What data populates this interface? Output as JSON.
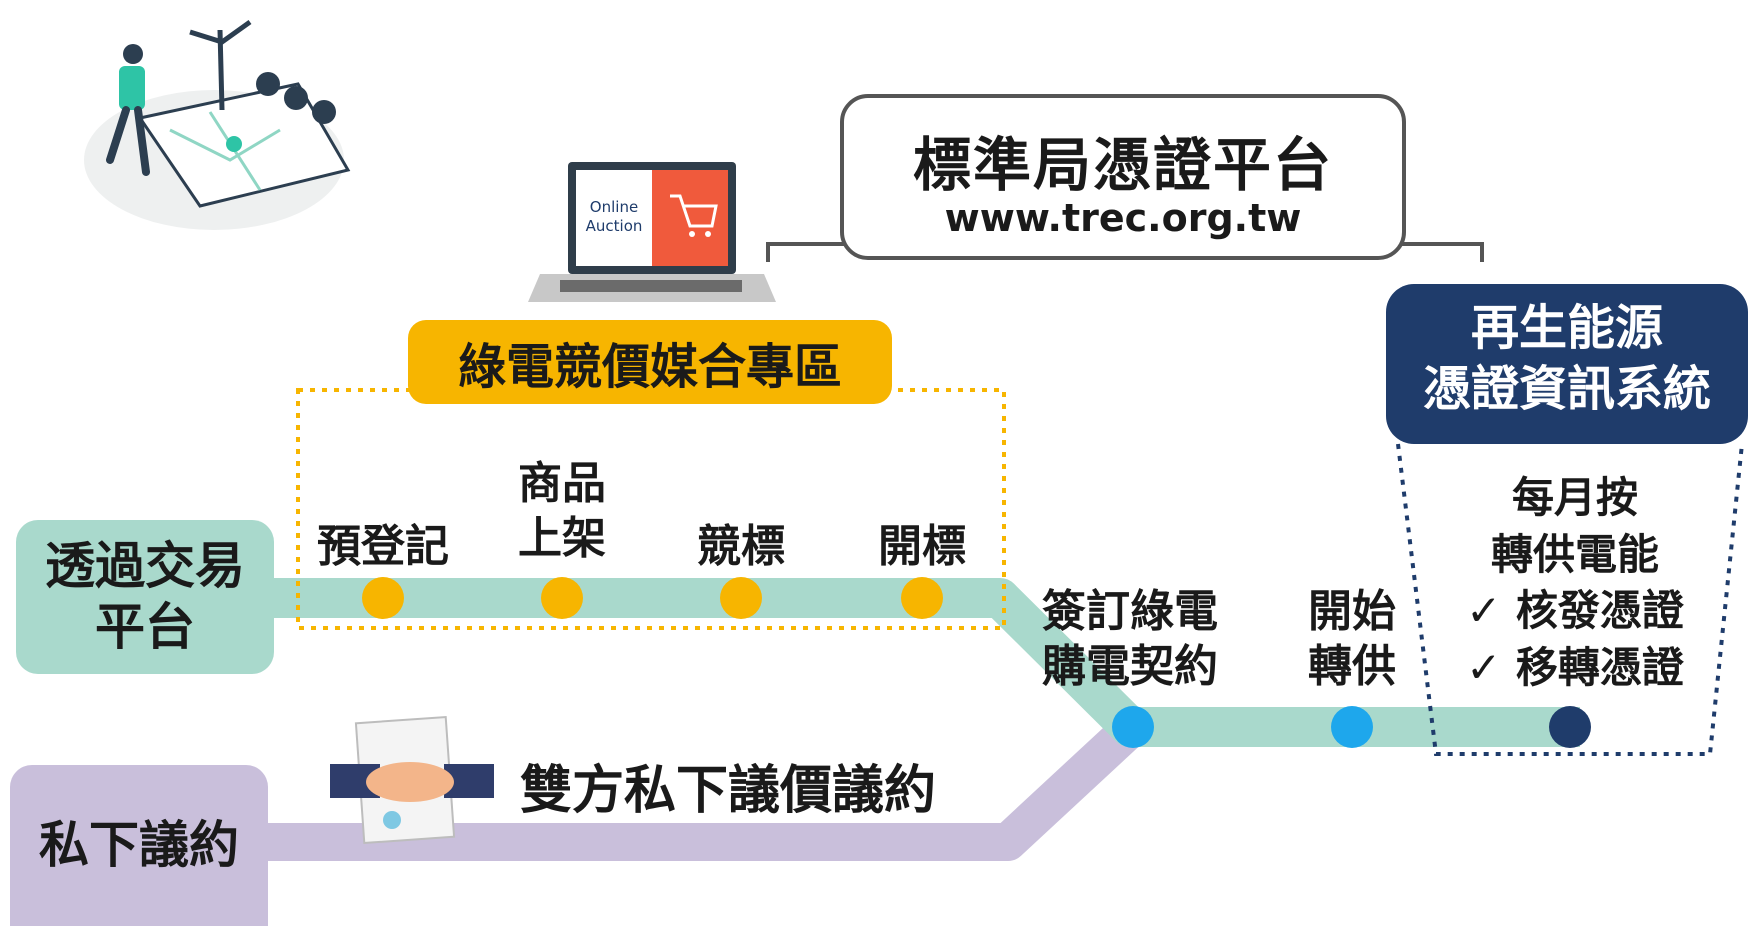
{
  "platform": {
    "title": "標準局憑證平台",
    "url": "www.trec.org.tw"
  },
  "system": {
    "line1": "再生能源",
    "line2": "憑證資訊系統"
  },
  "auction_zone": {
    "label": "綠電競價媒合專區"
  },
  "laptop": {
    "line1": "Online",
    "line2": "Auction"
  },
  "paths": {
    "trading_platform": {
      "line1": "透過交易",
      "line2": "平台"
    },
    "private": {
      "label": "私下議約"
    }
  },
  "steps": {
    "preregister": "預登記",
    "listing_line1": "商品",
    "listing_line2": "上架",
    "bidding": "競標",
    "opening": "開標",
    "contract_line1": "簽訂綠電",
    "contract_line2": "購電契約",
    "supply_line1": "開始",
    "supply_line2": "轉供",
    "monthly_line1": "每月按",
    "monthly_line2": "轉供電能",
    "monthly_line3": "✓ 核發憑證",
    "monthly_line4": "✓ 移轉憑證"
  },
  "private_deal": "雙方私下議價議約",
  "colors": {
    "teal": "#a9d9cc",
    "purple": "#c9bfdb",
    "yellow": "#f7b500",
    "blue": "#1ea7ec",
    "navy": "#1f3c6b"
  }
}
